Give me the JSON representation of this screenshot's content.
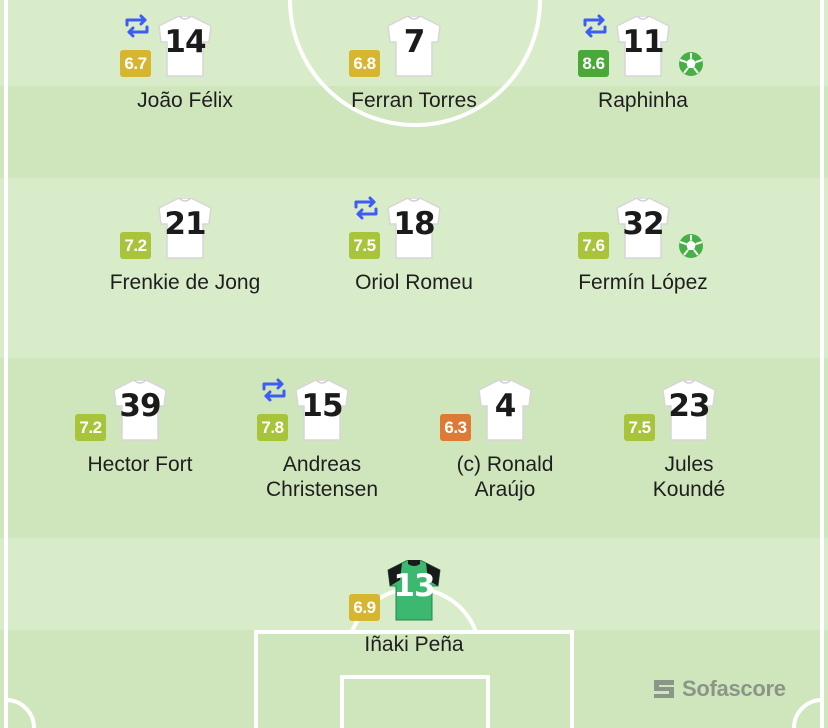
{
  "colors": {
    "rating_yellow": "#d6b52f",
    "rating_lime": "#a7c43a",
    "rating_green": "#4aa838",
    "rating_orange": "#dd7a36",
    "sub_icon": "#3c5cf4",
    "goal_icon": "#46b046",
    "gk_kit": "#3cb870"
  },
  "lineup": [
    {
      "id": "joao-felix",
      "number": "14",
      "name": "João Félix",
      "rating": "6.7",
      "rating_color": "#d6b52f",
      "sub": true,
      "goal": false,
      "gk": false
    },
    {
      "id": "ferran-torres",
      "number": "7",
      "name": "Ferran Torres",
      "rating": "6.8",
      "rating_color": "#d6b52f",
      "sub": false,
      "goal": false,
      "gk": false
    },
    {
      "id": "raphinha",
      "number": "11",
      "name": "Raphinha",
      "rating": "8.6",
      "rating_color": "#4aa838",
      "sub": true,
      "goal": true,
      "gk": false
    },
    {
      "id": "frenkie-de-jong",
      "number": "21",
      "name": "Frenkie de Jong",
      "rating": "7.2",
      "rating_color": "#a7c43a",
      "sub": false,
      "goal": false,
      "gk": false
    },
    {
      "id": "oriol-romeu",
      "number": "18",
      "name": "Oriol Romeu",
      "rating": "7.5",
      "rating_color": "#a7c43a",
      "sub": true,
      "goal": false,
      "gk": false
    },
    {
      "id": "fermin-lopez",
      "number": "32",
      "name": "Fermín López",
      "rating": "7.6",
      "rating_color": "#a7c43a",
      "sub": false,
      "goal": true,
      "gk": false
    },
    {
      "id": "hector-fort",
      "number": "39",
      "name": "Hector Fort",
      "rating": "7.2",
      "rating_color": "#a7c43a",
      "sub": false,
      "goal": false,
      "gk": false
    },
    {
      "id": "andreas-christensen",
      "number": "15",
      "name": "Andreas\nChristensen",
      "rating": "7.8",
      "rating_color": "#a7c43a",
      "sub": true,
      "goal": false,
      "gk": false
    },
    {
      "id": "ronald-araujo",
      "number": "4",
      "name": "(c) Ronald\nAraújo",
      "rating": "6.3",
      "rating_color": "#dd7a36",
      "sub": false,
      "goal": false,
      "gk": false
    },
    {
      "id": "jules-kounde",
      "number": "23",
      "name": "Jules\nKoundé",
      "rating": "7.5",
      "rating_color": "#a7c43a",
      "sub": false,
      "goal": false,
      "gk": false
    },
    {
      "id": "inaki-pena",
      "number": "13",
      "name": "Iñaki Peña",
      "rating": "6.9",
      "rating_color": "#d6b52f",
      "sub": false,
      "goal": false,
      "gk": true
    }
  ],
  "brand": {
    "name": "Sofascore",
    "icon": "sofascore-logo-icon"
  }
}
